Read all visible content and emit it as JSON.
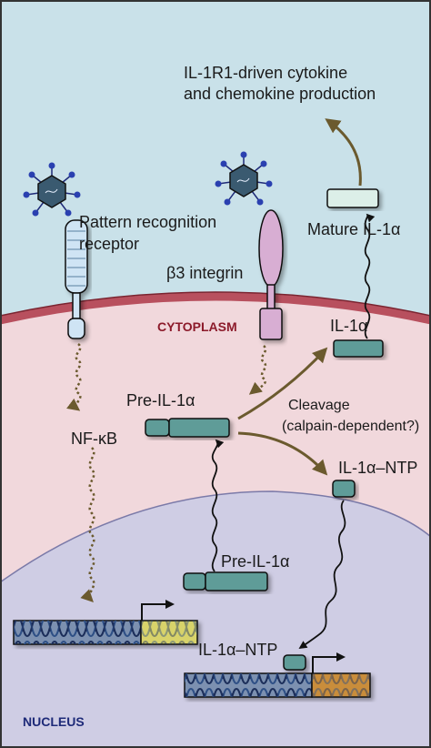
{
  "labels": {
    "output_line1": "IL-1R1-driven cytokine",
    "output_line2": "and chemokine production",
    "prr_line1": "Pattern recognition",
    "prr_line2": "receptor",
    "integrin": "β3 integrin",
    "mature_il1a": "Mature IL-1α",
    "cytoplasm": "CYTOPLASM",
    "il1a": "IL-1α",
    "pre_il1a_cyto": "Pre-IL-1α",
    "cleavage_line1": "Cleavage",
    "cleavage_line2": "(calpain-dependent?)",
    "nfkb": "NF-κB",
    "il1a_ntp_cyto": "IL-1α–NTP",
    "pre_il1a_nuc": "Pre-IL-1α",
    "il1a_ntp_nuc": "IL-1α–NTP",
    "nucleus": "NUCLEUS"
  },
  "colors": {
    "extracellular": "#c9e1e9",
    "cytoplasm": "#f1d8dc",
    "membrane": "#b8505e",
    "nucleus": "#cfcde4",
    "arrow": "#6b5a2e",
    "protein_teal": "#5e9c98",
    "mature_il1a": "#dcefe8",
    "receptor": "#cfe4f4",
    "integrin": "#d8aed3",
    "dna_gray": "#7b90b0",
    "gene_il1a": "#d8d36a",
    "gene_ntp": "#c98d3a"
  }
}
